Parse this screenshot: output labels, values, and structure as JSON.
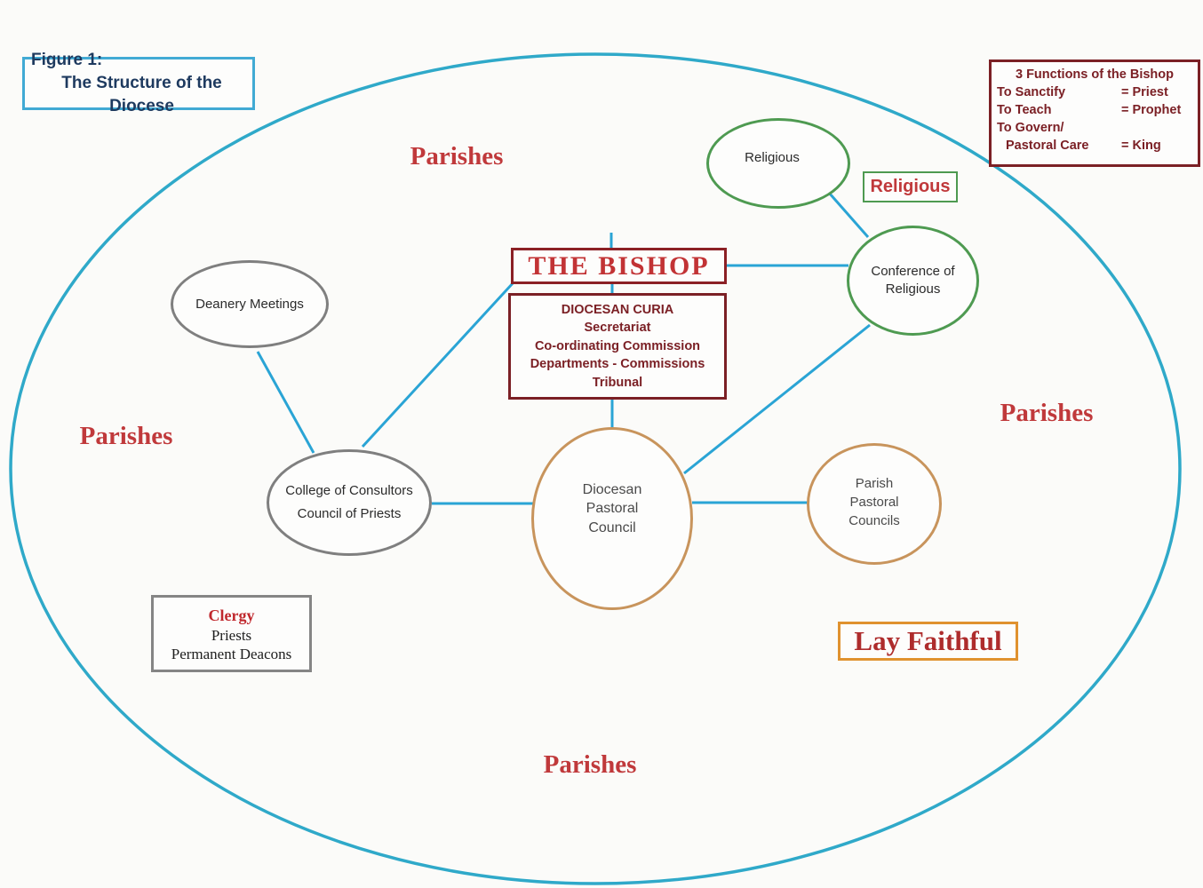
{
  "figure": {
    "line1": "Figure 1:",
    "line2": "The Structure of the Diocese"
  },
  "functions": {
    "title": "3 Functions of the Bishop",
    "rows": [
      {
        "left": "To Sanctify",
        "right": "= Priest"
      },
      {
        "left": "To Teach",
        "right": "= Prophet"
      },
      {
        "left": "To Govern/",
        "right": ""
      },
      {
        "left": "Pastoral Care",
        "right": "= King"
      }
    ]
  },
  "bishop": {
    "label": "THE BISHOP"
  },
  "curia": {
    "title": "DIOCESAN CURIA",
    "items": [
      "Secretariat",
      "Co-ordinating Commission",
      "Departments - Commissions",
      "Tribunal"
    ]
  },
  "nodes": {
    "religious": {
      "label": "Religious"
    },
    "conference": {
      "line1": "Conference of",
      "line2": "Religious"
    },
    "deanery": {
      "label": "Deanery Meetings"
    },
    "college": {
      "line1": "College of Consultors",
      "line2": "Council of Priests"
    },
    "dpc": {
      "line1": "Diocesan",
      "line2": "Pastoral",
      "line3": "Council"
    },
    "ppc": {
      "line1": "Parish",
      "line2": "Pastoral",
      "line3": "Councils"
    }
  },
  "clergy": {
    "title": "Clergy",
    "line1": "Priests",
    "line2": "Permanent Deacons"
  },
  "labels": {
    "religious_badge": "Religious",
    "lay_faithful": "Lay Faithful",
    "parishes": {
      "top": "Parishes",
      "left": "Parishes",
      "right": "Parishes",
      "bottom": "Parishes"
    }
  },
  "colors": {
    "connector_blue": "#2AA4D5",
    "boundary_teal": "#2FA9C9",
    "maroon": "#7B2025",
    "bishop_red": "#C23335",
    "parishes_red": "#C0393B",
    "green": "#4E9A51",
    "orange": "#C8945C",
    "gray": "#7F7F7F",
    "navy_title": "#1E3A5F",
    "figure_border_blue": "#41AAD4",
    "lay_faithful_border": "#E0922F"
  }
}
